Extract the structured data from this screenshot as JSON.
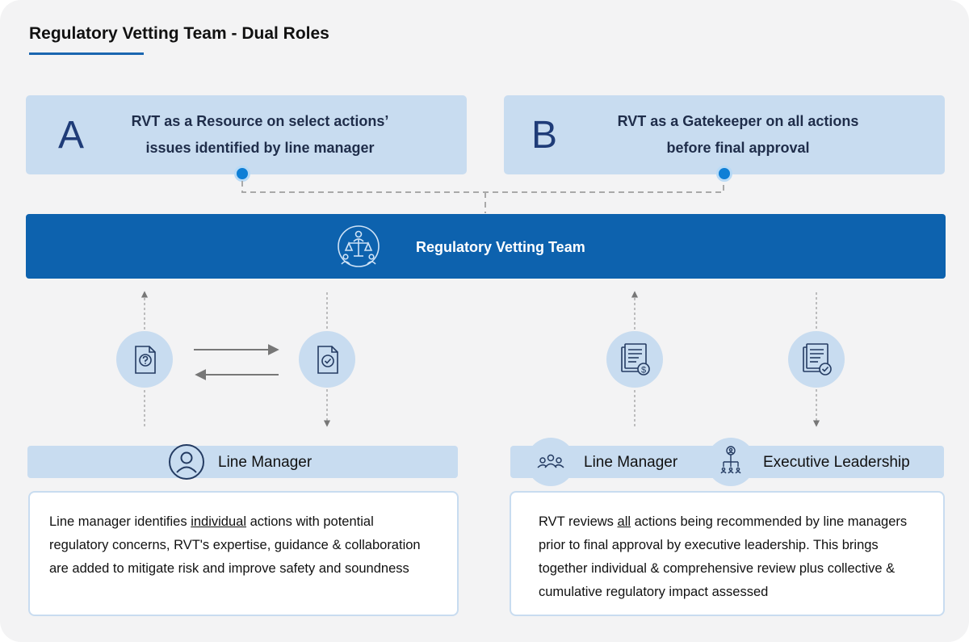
{
  "title": "Regulatory Vetting Team - Dual Roles",
  "roles": [
    {
      "letter": "A",
      "line1": "RVT as a Resource on select actions’",
      "line2": "issues identified by line manager"
    },
    {
      "letter": "B",
      "line1": "RVT as a Gatekeeper on all actions",
      "line2": "before final approval"
    }
  ],
  "band": {
    "label": "Regulatory Vetting Team",
    "icon": "scales-of-justice-team-icon"
  },
  "left_flow": {
    "icons": [
      "question-document-icon",
      "checked-document-icon"
    ],
    "bar_label": "Line Manager",
    "bar_icon": "user-icon",
    "description": {
      "pre": "Line manager identifies ",
      "emph": "individual",
      "post": " actions with potential regulatory concerns, RVT's expertise, guidance & collaboration are added to mitigate risk and improve safety and soundness"
    }
  },
  "right_flow": {
    "icons": [
      "financial-document-icon",
      "approved-document-icon"
    ],
    "bar_labels": [
      "Line Manager",
      "Executive Leadership"
    ],
    "bar_icons": [
      "group-icon",
      "org-chart-icon"
    ],
    "description": {
      "pre": "RVT reviews ",
      "emph": "all",
      "post": " actions being recommended by line managers prior to final approval by executive leadership. This brings together individual & comprehensive review plus collective & cumulative regulatory impact assessed"
    }
  },
  "colors": {
    "primary": "#0d62ae",
    "light": "#c8dcf0",
    "accent": "#0e7fd6",
    "title_underline": "#1a66b0"
  }
}
